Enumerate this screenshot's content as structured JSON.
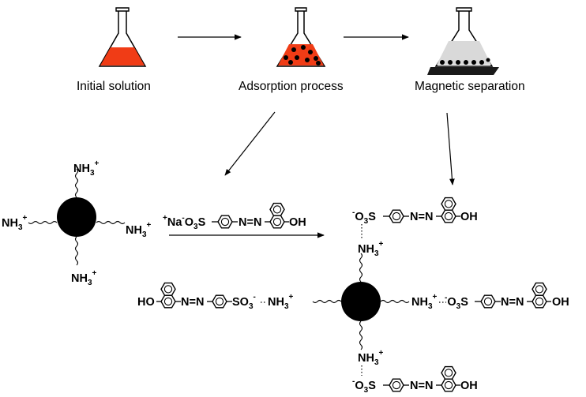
{
  "steps": [
    {
      "label": "Initial solution"
    },
    {
      "label": "Adsorption process"
    },
    {
      "label": "Magnetic separation"
    }
  ],
  "colors": {
    "solution": "#f03c16",
    "particle": "#000000",
    "separated_liquid": "#d9d9d9",
    "magnet_plate": "#1a1a1a"
  },
  "chem": {
    "nh3": "NH",
    "three": "3",
    "plus": "+",
    "minus": "-",
    "na": "Na",
    "o3s": "O",
    "s": "S",
    "so3": "SO",
    "oh": "OH",
    "ho": "HO",
    "azo": "N=N"
  }
}
